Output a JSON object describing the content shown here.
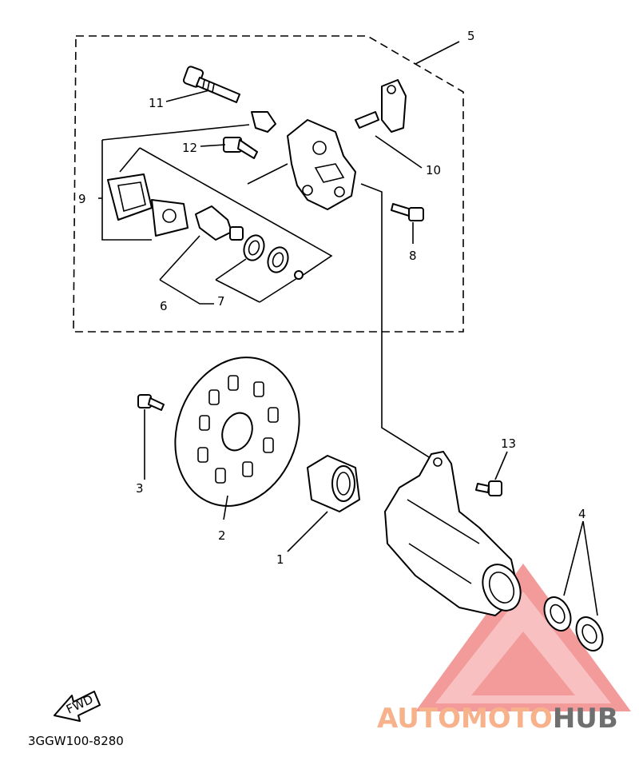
{
  "labels": {
    "p1": "1",
    "p2": "2",
    "p3": "3",
    "p4": "4",
    "p5": "5",
    "p6": "6",
    "p7": "7",
    "p8": "8",
    "p9": "9",
    "p10": "10",
    "p11": "11",
    "p12": "12",
    "p13": "13"
  },
  "fwd": "FWD",
  "code": "3GGW100-8280",
  "watermark": {
    "part1": "AUTOMOTO",
    "part2": "HUB"
  },
  "colors": {
    "accent": "#F28A8A",
    "orange": "#F7B28C",
    "gray": "#6F6F6F"
  }
}
